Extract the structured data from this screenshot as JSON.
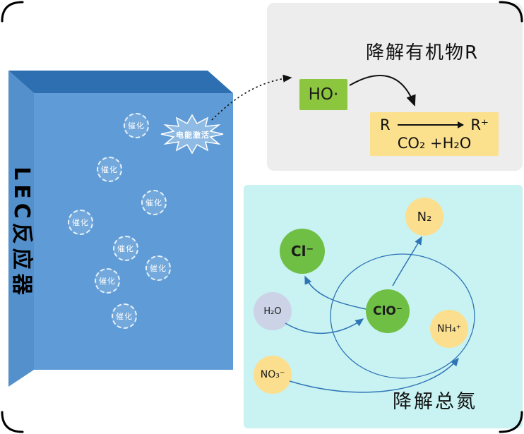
{
  "figure": {
    "reactor": {
      "label": "LEC反应器",
      "burst_label": "电能激活",
      "catalyst_label": "催化"
    },
    "organic": {
      "title": "降解有机物R",
      "radical": "HO·",
      "reactant": "R",
      "product": "R⁺",
      "byproducts": "CO₂ +H₂O"
    },
    "nitrogen": {
      "title": "降解总氮",
      "species": {
        "n2": "N₂",
        "cl": "Cl⁻",
        "h2o": "H₂O",
        "clo": "ClO⁻",
        "nh4": "NH₄⁺",
        "no3": "NO₃⁻"
      }
    },
    "colors": {
      "box_front": "#5f9cd7",
      "box_top": "#2d6fb0",
      "box_left": "#5490cc",
      "panel_gray": "#ededed",
      "panel_cyan": "#c9f2f2",
      "green_box": "#8cc63f",
      "green_circle": "#6fbf44",
      "yellow": "#fbdf8e",
      "lavender": "#ccd3e6",
      "arrow_blue": "#2e75b6"
    }
  }
}
